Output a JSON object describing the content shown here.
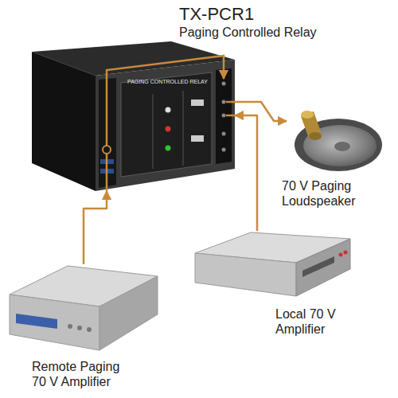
{
  "diagram": {
    "nodes": [
      {
        "text": [
          "TX-PCR1",
          "Paging Controlled Relay"
        ]
      },
      {
        "text": [
          "70 V Paging Loudspeaker"
        ]
      },
      {
        "text": [
          "Remote Paging 70 V Amplifier"
        ]
      },
      {
        "text": [
          "Local 70 V Amplifier"
        ]
      }
    ],
    "edges": [
      {
        "from": 2,
        "to": 0,
        "arrow": "to"
      },
      {
        "from": 3,
        "to": 0,
        "arrow": "to"
      },
      {
        "from": 0,
        "to": 1,
        "arrow": "to"
      }
    ],
    "labels": [
      "PAGING CONTROLLED RELAY"
    ]
  }
}
